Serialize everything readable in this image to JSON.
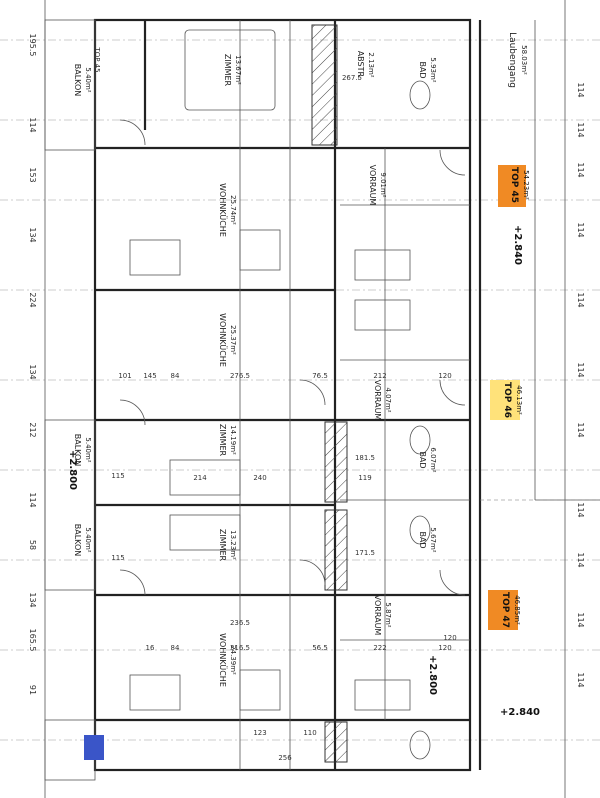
{
  "plan": {
    "top_dims": [
      "195.5",
      "114",
      "153",
      "134",
      "224",
      "134",
      "212",
      "114",
      "58",
      "134",
      "165.5",
      "91"
    ],
    "bottom_dims": [
      "114",
      "114",
      "114",
      "114",
      "114",
      "114",
      "114",
      "114",
      "114",
      "114",
      "114"
    ],
    "top_apartment": "TOP 45",
    "units": [
      {
        "label": "TOP 45",
        "area": "54.23m²"
      },
      {
        "label": "TOP 46",
        "area": "46.13m²"
      },
      {
        "label": "TOP 47",
        "area": "46.85m²"
      }
    ],
    "elevations": [
      "+2.840",
      "+2.800",
      "+2.800",
      "+2.840"
    ],
    "hallway": {
      "label": "Laubengang",
      "area": "58.03m²"
    },
    "rooms": [
      {
        "name": "ZIMMER",
        "area": "13.67m²"
      },
      {
        "name": "WOHNKÜCHE",
        "area": "25.74m²"
      },
      {
        "name": "WOHNKÜCHE",
        "area": "25.37m²"
      },
      {
        "name": "ZIMMER",
        "area": "14.19m²"
      },
      {
        "name": "ZIMMER",
        "area": "13.23m²"
      },
      {
        "name": "WOHNKÜCHE",
        "area": "24.39m²"
      },
      {
        "name": "VORRAUM",
        "area": "9.01m²"
      },
      {
        "name": "VORRAUM",
        "area": "4.07m²"
      },
      {
        "name": "VORRAUM",
        "area": "5.87m²"
      },
      {
        "name": "BAD",
        "area": "5.93m²"
      },
      {
        "name": "BAD",
        "area": "6.07m²"
      },
      {
        "name": "BAD",
        "area": "5.67m²"
      },
      {
        "name": "ABSTR.",
        "area": "2.13m²"
      },
      {
        "name": "BALKON",
        "area": "5.40m²"
      },
      {
        "name": "BALKON",
        "area": "5.40m²"
      },
      {
        "name": "BALKON",
        "area": "5.40m²"
      }
    ],
    "internal_dims": [
      "101",
      "145",
      "84",
      "276.5",
      "76.5",
      "212",
      "120",
      "214",
      "240",
      "181.5",
      "119",
      "115",
      "171.5",
      "115",
      "16",
      "84",
      "316.5",
      "56.5",
      "222",
      "120",
      "123",
      "110",
      "256",
      "120",
      "267.5",
      "236.5"
    ],
    "colors": {
      "orange": "#f08a24",
      "blue": "#3a55c8",
      "ink": "#222222"
    }
  }
}
